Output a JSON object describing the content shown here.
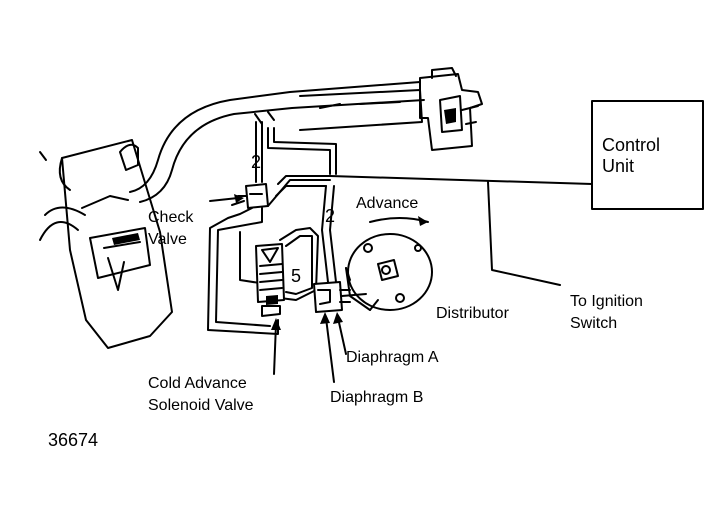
{
  "labels": {
    "control_unit_line1": "Control",
    "control_unit_line2": "Unit",
    "check_valve_line1": "Check",
    "check_valve_line2": "Valve",
    "advance": "Advance",
    "distributor": "Distributor",
    "to_ignition_line1": "To Ignition",
    "to_ignition_line2": "Switch",
    "diaphragm_a": "Diaphragm A",
    "diaphragm_b": "Diaphragm B",
    "cold_advance_line1": "Cold Advance",
    "cold_advance_line2": "Solenoid Valve",
    "hose_2_left": "2",
    "hose_2_right": "2",
    "hose_5": "5",
    "figure_number": "36674"
  }
}
